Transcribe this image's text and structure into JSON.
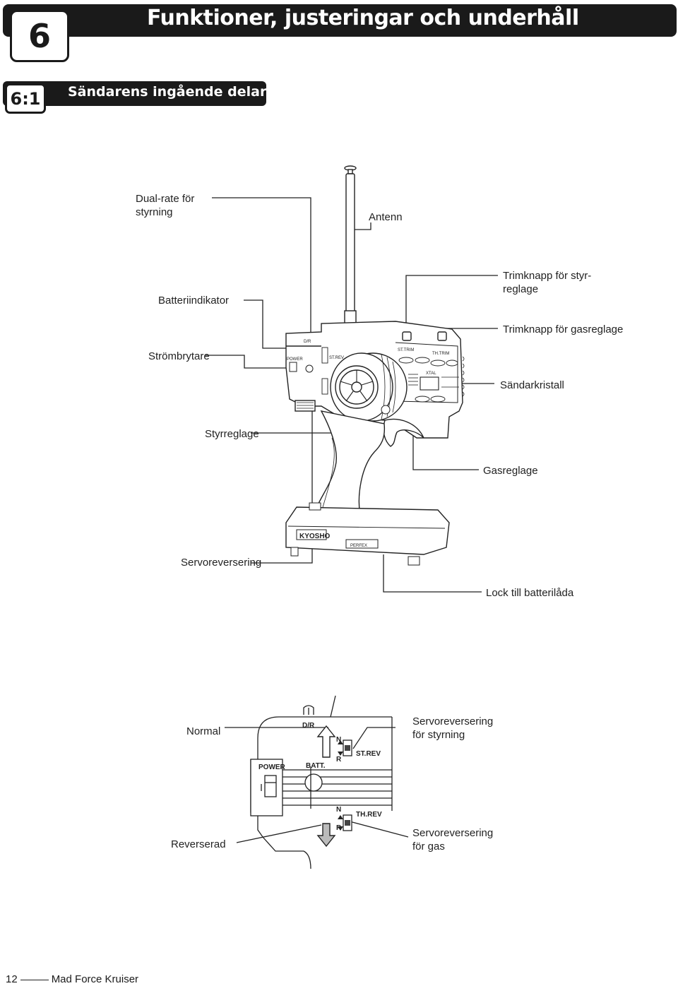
{
  "header": {
    "chapter_number": "6",
    "chapter_title": "Funktioner, justeringar och underhåll",
    "section_number": "6:1",
    "section_title": "Sändarens ingående delar"
  },
  "labels": {
    "dual_rate": "Dual-rate för\nstyrning",
    "antenna": "Antenn",
    "battery_indicator": "Batteriindikator",
    "steering_trim": "Trimknapp för styr-\nreglage",
    "throttle_trim": "Trimknapp för gasreglage",
    "power_switch": "Strömbrytare",
    "crystal": "Sändarkristall",
    "steering_wheel": "Styrreglage",
    "throttle_trigger": "Gasreglage",
    "servo_reversing": "Servoreversering",
    "battery_cover": "Lock till batterilåda"
  },
  "transmitter_markings": {
    "dr": "D/R",
    "st_trim": "ST.TRIM",
    "th_trim": "TH.TRIM",
    "xtal": "XTAL",
    "power": "POWER",
    "st_rev": "ST.REV",
    "brand": "KYOSHO",
    "model": "PERFEX"
  },
  "detail": {
    "normal": "Normal",
    "reversed": "Reverserad",
    "st_servo_reversing": "Servoreversering\nför styrning",
    "th_servo_reversing": "Servoreversering\nför gas",
    "dr": "D/R",
    "power": "POWER",
    "batt": "BATT.",
    "n1": "N",
    "r1": "R",
    "st_rev": "ST.REV",
    "n2": "N",
    "r2": "R",
    "th_rev": "TH.REV"
  },
  "footer": {
    "page_number": "12",
    "product_name": "Mad Force Kruiser"
  }
}
